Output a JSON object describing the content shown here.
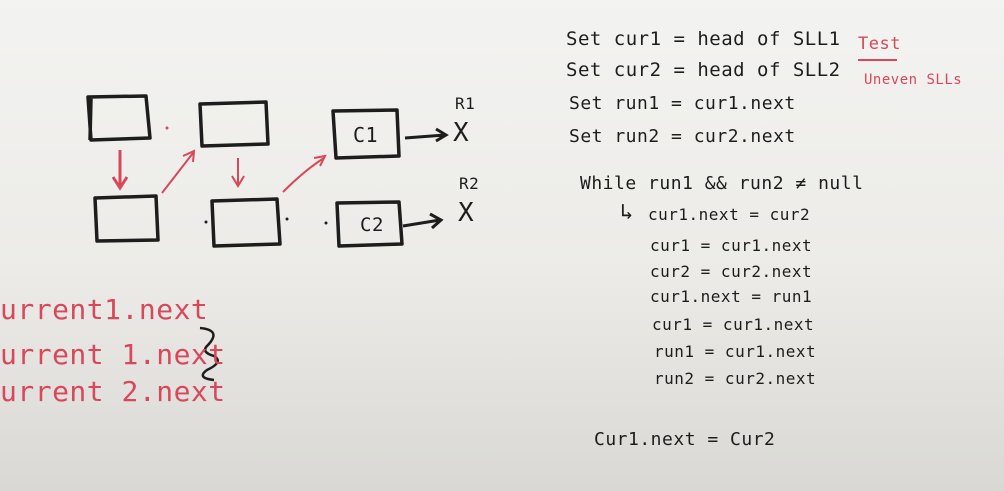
{
  "colors": {
    "black_marker": "#1d1d1d",
    "red_marker": "#d8485a",
    "board": "#efeeeb"
  },
  "diagram": {
    "box_label_c1": "C1",
    "box_label_c2": "C2",
    "label_r1": "R1",
    "label_r2": "R2",
    "null_mark_1": "X",
    "null_mark_2": "X"
  },
  "left_notes": [
    "urrent1.next",
    "urrent 1.next",
    "urrent 2.next"
  ],
  "setup_lines": [
    "Set cur1 = head of SLL1",
    "Set cur2 = head of SLL2",
    "Set run1 = cur1.next",
    "Set run2 = cur2.next"
  ],
  "loop": {
    "header": "While run1 && run2 ≠ null",
    "arrow": "↳",
    "body": [
      "cur1.next = cur2",
      "cur1 = cur1.next",
      "cur2 = cur2.next",
      "cur1.next = run1",
      "cur1 = cur1.next",
      "run1 = cur1.next",
      "run2 = cur2.next"
    ]
  },
  "final_line": "Cur1.next = Cur2",
  "corner_note": {
    "title": "Test",
    "subtitle": "Uneven SLLs"
  }
}
